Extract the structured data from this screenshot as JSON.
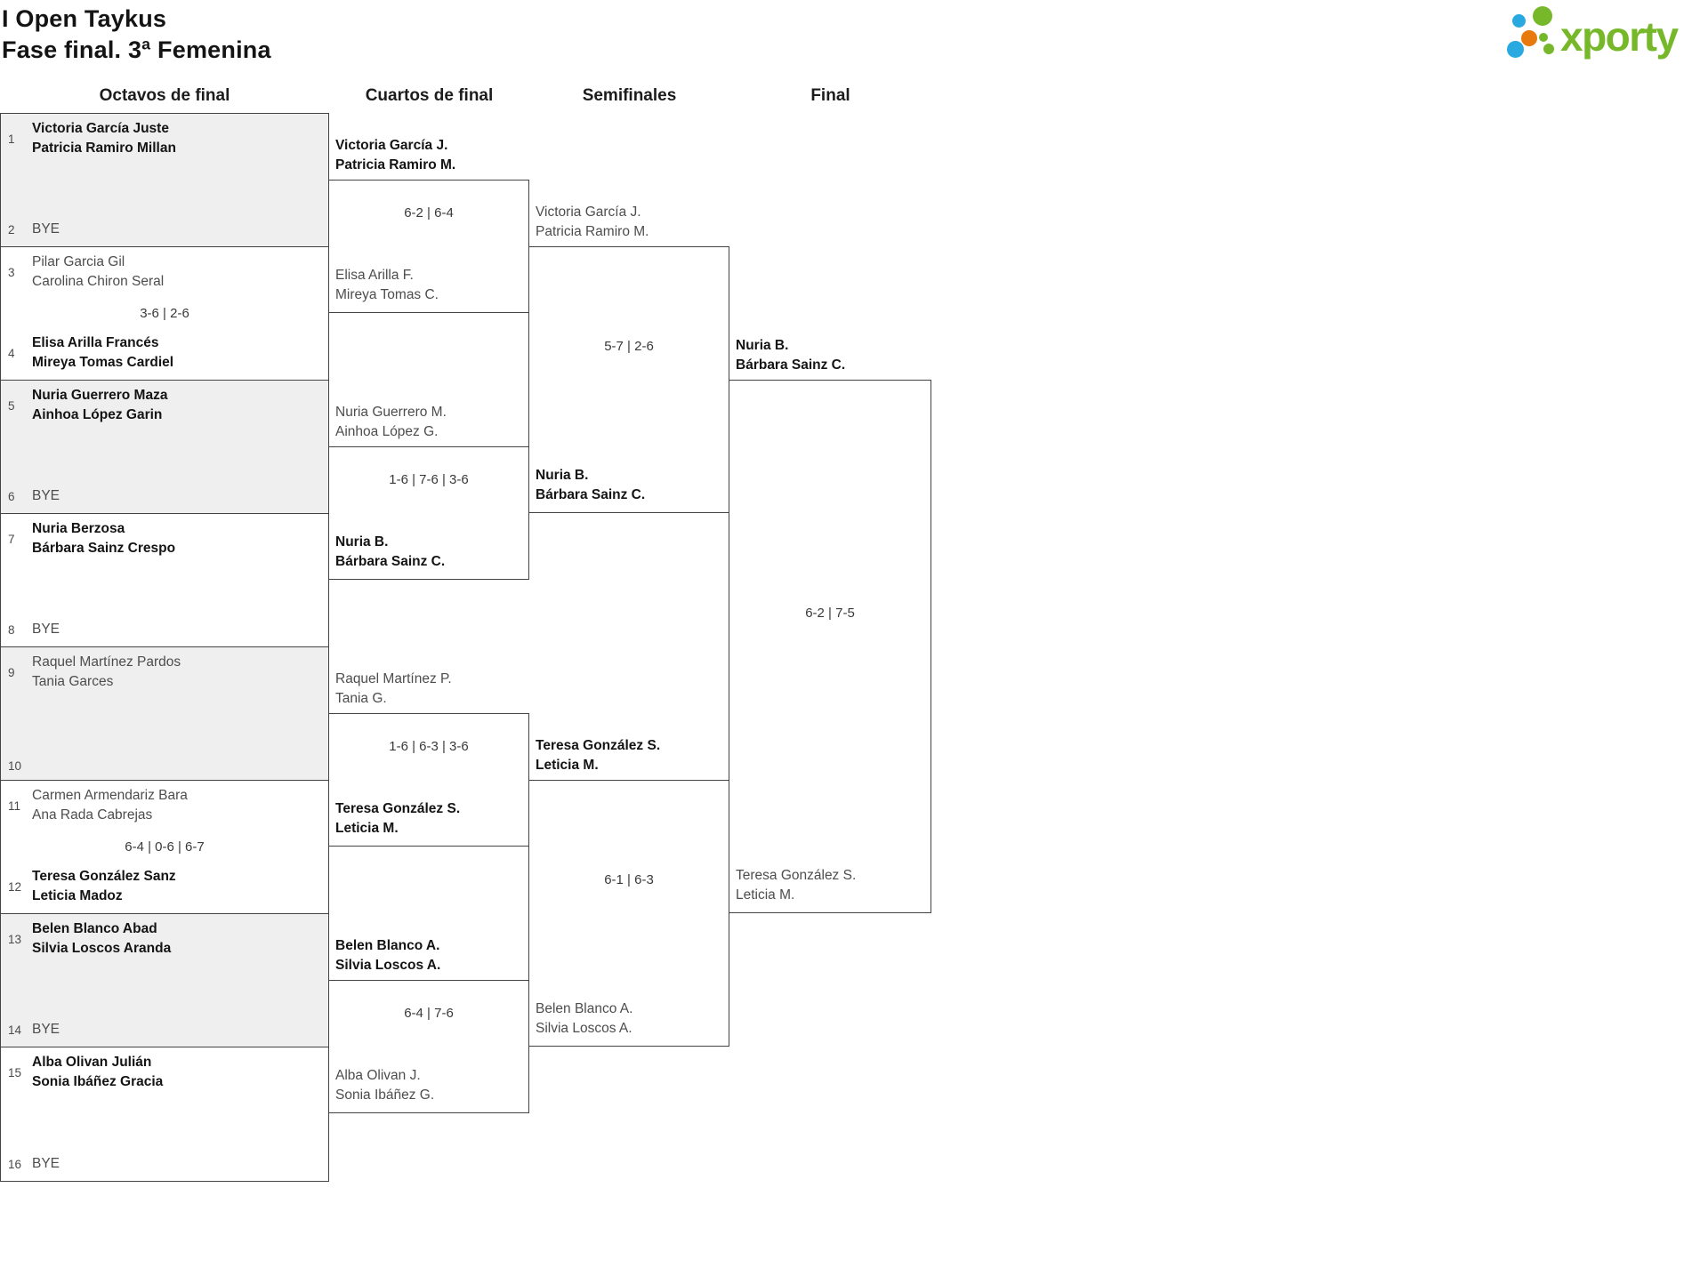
{
  "meta": {
    "title_line1": "I Open Taykus",
    "title_line2": "Fase final. 3ª Femenina"
  },
  "logo": {
    "brand": "xporty"
  },
  "round_headers": {
    "r16": "Octavos de final",
    "qf": "Cuartos de final",
    "sf": "Semifinales",
    "f": "Final"
  },
  "colors": {
    "line": "#434343",
    "brand_green": "#76b82a",
    "brand_blue": "#2aa9e0",
    "brand_orange": "#e8790d",
    "winner_text": "#141414",
    "loser_text": "#4d4d4d",
    "box_fill": "#efefef"
  },
  "round16": {
    "matches": [
      {
        "score": "",
        "top": {
          "seed": "1",
          "p1": "Victoria García Juste",
          "p2": "Patricia Ramiro Millan",
          "winner": true
        },
        "bottom": {
          "seed": "2",
          "p1": "BYE",
          "p2": "",
          "winner": false
        }
      },
      {
        "score": "3-6 | 2-6",
        "top": {
          "seed": "3",
          "p1": "Pilar Garcia Gil",
          "p2": "Carolina Chiron Seral",
          "winner": false
        },
        "bottom": {
          "seed": "4",
          "p1": "Elisa Arilla Francés",
          "p2": "Mireya Tomas Cardiel",
          "winner": true
        }
      },
      {
        "score": "",
        "top": {
          "seed": "5",
          "p1": "Nuria Guerrero Maza",
          "p2": "Ainhoa López Garin",
          "winner": true
        },
        "bottom": {
          "seed": "6",
          "p1": "BYE",
          "p2": "",
          "winner": false
        }
      },
      {
        "score": "",
        "top": {
          "seed": "7",
          "p1": "Nuria Berzosa",
          "p2": "Bárbara Sainz Crespo",
          "winner": true
        },
        "bottom": {
          "seed": "8",
          "p1": "BYE",
          "p2": "",
          "winner": false
        }
      },
      {
        "score": "",
        "top": {
          "seed": "9",
          "p1": "Raquel Martínez Pardos",
          "p2": "Tania Garces",
          "winner": false
        },
        "bottom": {
          "seed": "10",
          "p1": "",
          "p2": "",
          "winner": false
        }
      },
      {
        "score": "6-4 | 0-6 | 6-7",
        "top": {
          "seed": "11",
          "p1": "Carmen Armendariz Bara",
          "p2": "Ana Rada Cabrejas",
          "winner": false
        },
        "bottom": {
          "seed": "12",
          "p1": "Teresa González Sanz",
          "p2": "Leticia Madoz",
          "winner": true
        }
      },
      {
        "score": "",
        "top": {
          "seed": "13",
          "p1": "Belen Blanco Abad",
          "p2": "Silvia Loscos Aranda",
          "winner": true
        },
        "bottom": {
          "seed": "14",
          "p1": "BYE",
          "p2": "",
          "winner": false
        }
      },
      {
        "score": "",
        "top": {
          "seed": "15",
          "p1": "Alba Olivan Julián",
          "p2": "Sonia Ibáñez Gracia",
          "winner": true
        },
        "bottom": {
          "seed": "16",
          "p1": "BYE",
          "p2": "",
          "winner": false
        }
      }
    ]
  },
  "quarterfinals": [
    {
      "score": "6-2 | 6-4",
      "top": {
        "p1": "Victoria García J.",
        "p2": "Patricia Ramiro M.",
        "winner": true
      },
      "bottom": {
        "p1": "Elisa Arilla F.",
        "p2": "Mireya Tomas C.",
        "winner": false
      }
    },
    {
      "score": "1-6 | 7-6 | 3-6",
      "top": {
        "p1": "Nuria Guerrero M.",
        "p2": "Ainhoa López G.",
        "winner": false
      },
      "bottom": {
        "p1": "Nuria B.",
        "p2": "Bárbara Sainz C.",
        "winner": true
      }
    },
    {
      "score": "1-6 | 6-3 | 3-6",
      "top": {
        "p1": "Raquel Martínez P.",
        "p2": "Tania G.",
        "winner": false
      },
      "bottom": {
        "p1": "Teresa González S.",
        "p2": "Leticia M.",
        "winner": true
      }
    },
    {
      "score": "6-4 | 7-6",
      "top": {
        "p1": "Belen Blanco A.",
        "p2": "Silvia Loscos A.",
        "winner": true
      },
      "bottom": {
        "p1": "Alba Olivan J.",
        "p2": "Sonia Ibáñez G.",
        "winner": false
      }
    }
  ],
  "semifinals": [
    {
      "score": "5-7 | 2-6",
      "top": {
        "p1": "Victoria García J.",
        "p2": "Patricia Ramiro M.",
        "winner": false
      },
      "bottom": {
        "p1": "Nuria B.",
        "p2": "Bárbara Sainz C.",
        "winner": true
      }
    },
    {
      "score": "6-1 | 6-3",
      "top": {
        "p1": "Teresa González S.",
        "p2": "Leticia M.",
        "winner": true
      },
      "bottom": {
        "p1": "Belen Blanco A.",
        "p2": "Silvia Loscos A.",
        "winner": false
      }
    }
  ],
  "final": {
    "score": "6-2 | 7-5",
    "top": {
      "p1": "Nuria B.",
      "p2": "Bárbara Sainz C.",
      "winner": true
    },
    "bottom": {
      "p1": "Teresa González S.",
      "p2": "Leticia M.",
      "winner": false
    }
  }
}
